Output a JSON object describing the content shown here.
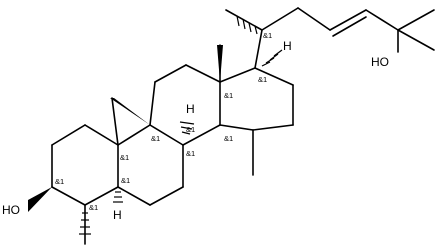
{
  "atom_labels": {
    "oh_right": "HO",
    "oh_left": "HO",
    "h_c17": "H",
    "h_c8": "H",
    "h_c5": "H"
  },
  "stereo_labels": {
    "c20": "&1",
    "c17": "&1",
    "c13": "&1",
    "c14": "&1",
    "c8": "&1",
    "c9": "&1",
    "c10": "&1",
    "c3": "&1",
    "c4": "&1",
    "c5": "&1"
  }
}
